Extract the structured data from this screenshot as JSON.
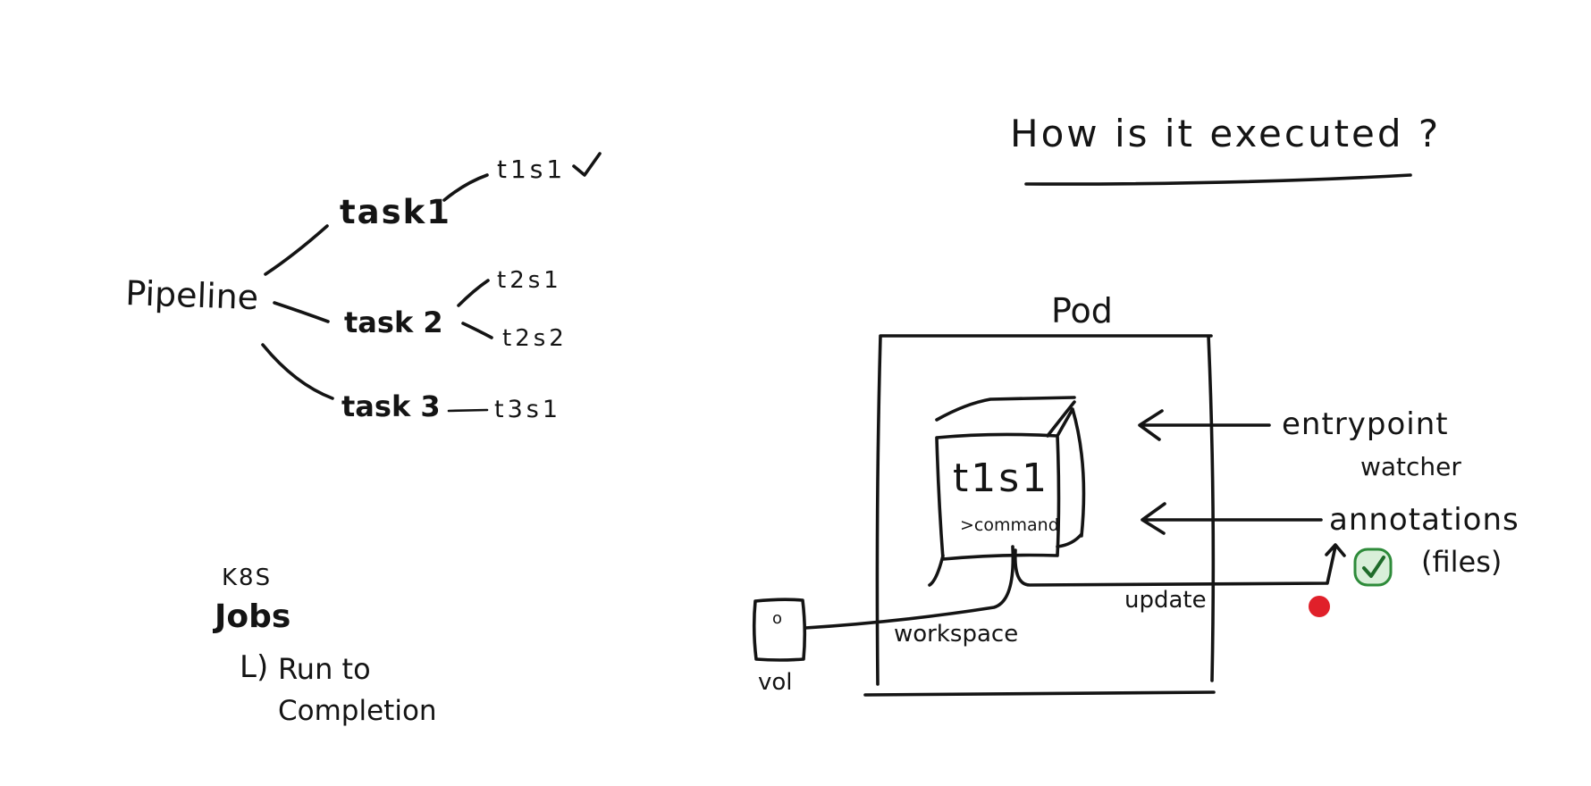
{
  "colors": {
    "ink": "#141414",
    "highlight": "#1f6b6b",
    "check_green": "#2e8b3a",
    "check_fill": "#d9efd9",
    "dot_red": "#e0202a",
    "background": "#ffffff"
  },
  "heading": {
    "title": "How is it executed ?"
  },
  "tree": {
    "root": "Pipeline",
    "tasks": [
      {
        "label": "task1",
        "highlighted": true,
        "steps": [
          "t1s1"
        ],
        "done_mark": true
      },
      {
        "label": "task 2",
        "highlighted": false,
        "steps": [
          "t2s1",
          "t2s2"
        ],
        "done_mark": false
      },
      {
        "label": "task 3",
        "highlighted": false,
        "steps": [
          "t3s1"
        ],
        "done_mark": false
      }
    ]
  },
  "k8s_note": {
    "line1": "K8S",
    "line2": "Jobs",
    "line3": "Run to",
    "line4": "Completion",
    "arrow_glyph": "L)"
  },
  "pod_diagram": {
    "pod_label": "Pod",
    "container_label": "t1s1",
    "command_label": ">command",
    "volume_label": "vol",
    "volume_mark": "o",
    "workspace_label": "workspace",
    "update_label": "update",
    "entrypoint_label": "entrypoint",
    "watcher_label": "watcher",
    "annotations_label": "annotations",
    "files_label": "(files)"
  }
}
